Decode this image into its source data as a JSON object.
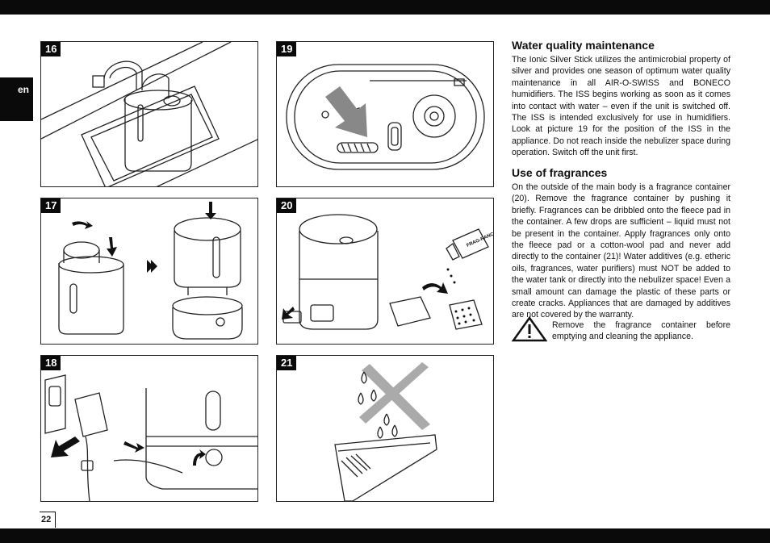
{
  "language_tab": "en",
  "page_number": "22",
  "figures": [
    "16",
    "19",
    "17",
    "20",
    "18",
    "21"
  ],
  "fragrance_label": "FRAG-\nRANCE",
  "section1": {
    "title": "Water quality maintenance",
    "body": "The Ionic Silver Stick utilizes the antimicrobial property of silver and provides one season of optimum water quality maintenance in all AIR-O-SWISS and BONECO humidifiers. The ISS begins working as soon as it comes into contact with water – even if the unit is switched off. The ISS is intended exclusively for use in humidifiers. Look at picture 19 for the position of the ISS in the appliance. Do not reach inside the nebulizer space during operation. Switch off the unit first."
  },
  "section2": {
    "title": "Use of fragrances",
    "body": "On the outside of the main body is a fragrance container (20). Remove the fragrance container by pushing it briefly. Fragrances can be dribbled onto the fleece pad in the container. A few drops are sufficient – liquid must not be present in the container. Apply fragrances only onto the fleece pad or a cotton-wool pad and never add directly to the container (21)! Water additives (e.g. etheric oils, fragrances, water purifiers) must NOT be added to the water tank or directly into the nebulizer space! Even a small amount can damage the plastic of these parts or create cracks. Appliances that are damaged by additives are not covered by the warranty."
  },
  "warning": {
    "icon": "warning-triangle-icon",
    "text": "Remove the fragrance container before emptying and cleaning the appliance."
  }
}
